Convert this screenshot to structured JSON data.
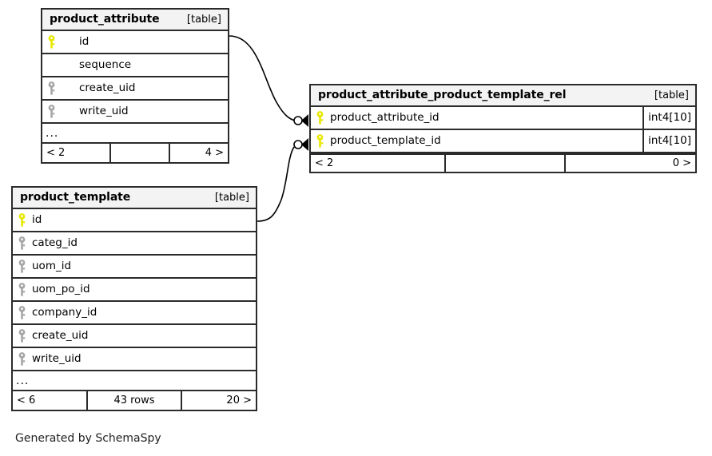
{
  "diagram": {
    "type": "entity-relationship-diagram",
    "generator_caption": "Generated by SchemaSpy",
    "table_tag": "[table]",
    "ellipsis": "..."
  },
  "tables": [
    {
      "id": "product_attribute",
      "name": "product_attribute",
      "tag": "[table]",
      "columns": [
        {
          "name": "id",
          "key": "primary",
          "type": ""
        },
        {
          "name": "sequence",
          "key": "none",
          "type": ""
        },
        {
          "name": "create_uid",
          "key": "foreign",
          "type": ""
        },
        {
          "name": "write_uid",
          "key": "foreign",
          "type": ""
        }
      ],
      "more_indicator": "...",
      "footer": {
        "left": "< 2",
        "middle": "",
        "right": "4 >"
      }
    },
    {
      "id": "product_attribute_product_template_rel",
      "name": "product_attribute_product_template_rel",
      "tag": "[table]",
      "columns": [
        {
          "name": "product_attribute_id",
          "key": "primary",
          "type": "int4[10]"
        },
        {
          "name": "product_template_id",
          "key": "primary",
          "type": "int4[10]"
        }
      ],
      "more_indicator": "",
      "footer": {
        "left": "< 2",
        "middle": "",
        "right": "0 >"
      }
    },
    {
      "id": "product_template",
      "name": "product_template",
      "tag": "[table]",
      "columns": [
        {
          "name": "id",
          "key": "primary",
          "type": ""
        },
        {
          "name": "categ_id",
          "key": "foreign",
          "type": ""
        },
        {
          "name": "uom_id",
          "key": "foreign",
          "type": ""
        },
        {
          "name": "uom_po_id",
          "key": "foreign",
          "type": ""
        },
        {
          "name": "company_id",
          "key": "foreign",
          "type": ""
        },
        {
          "name": "create_uid",
          "key": "foreign",
          "type": ""
        },
        {
          "name": "write_uid",
          "key": "foreign",
          "type": ""
        }
      ],
      "more_indicator": "...",
      "footer": {
        "left": "< 6",
        "middle": "43 rows",
        "right": "20 >"
      }
    }
  ],
  "relationships": [
    {
      "id": "rel-attribute",
      "from_table": "product_attribute",
      "from_column": "id",
      "to_table": "product_attribute_product_template_rel",
      "to_column": "product_attribute_id",
      "cardinality": "zero-or-many"
    },
    {
      "id": "rel-template",
      "from_table": "product_template",
      "from_column": "id",
      "to_table": "product_attribute_product_template_rel",
      "to_column": "product_template_id",
      "cardinality": "zero-or-many"
    }
  ],
  "colors": {
    "primary_key": "#e8e800",
    "foreign_key": "#a6a6a6",
    "border": "#2b2b2b",
    "header_bg": "#f3f3f3",
    "background": "#ffffff",
    "text": "#000000"
  },
  "icons": {
    "primary_key": "key-icon",
    "foreign_key": "key-icon"
  }
}
